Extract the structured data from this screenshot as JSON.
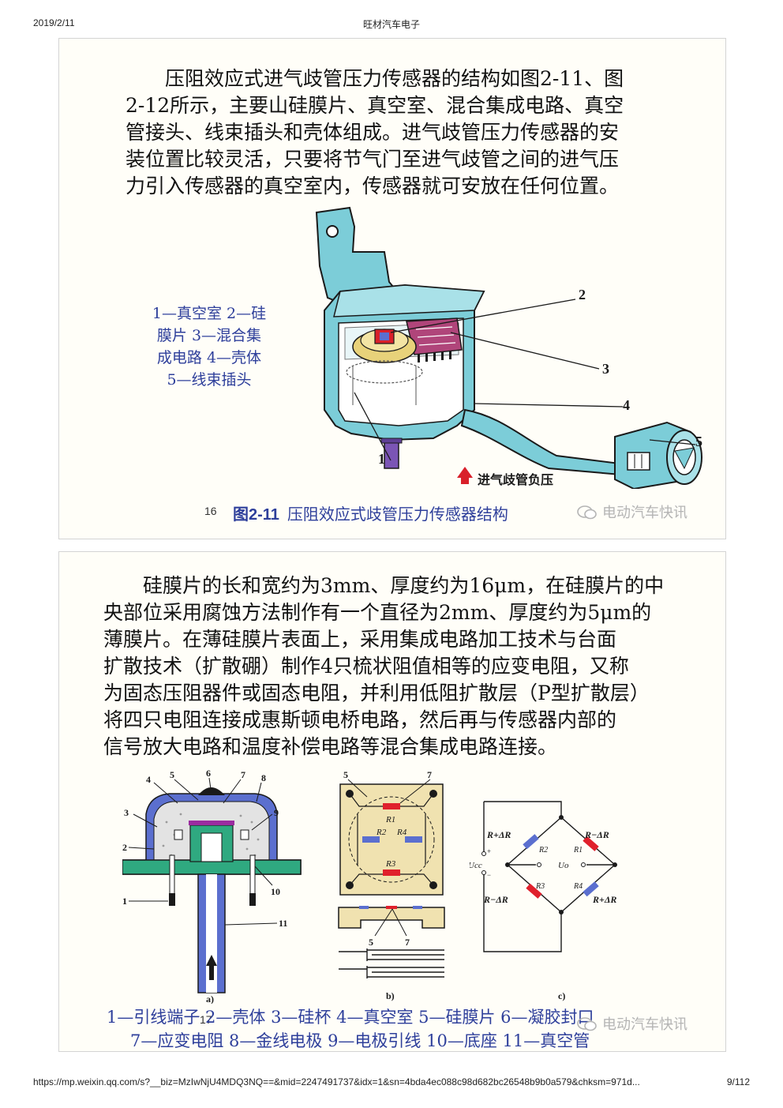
{
  "header": {
    "date": "2019/2/11",
    "title": "旺材汽车电子"
  },
  "footer": {
    "url": "https://mp.weixin.qq.com/s?__biz=MzIwNjU4MDQ3NQ==&mid=2247491737&idx=1&sn=4bda4ec088c98d682bc26548b9b0a579&chksm=971d...",
    "page": "9/112"
  },
  "slide1": {
    "paragraph": [
      "　　压阻效应式进气歧管压力传感器的结构如图2-11、图",
      "2-12所示，主要山硅膜片、真空室、混合集成电路、真空",
      "管接头、线束插头和壳体组成。进气歧管压力传感器的安",
      "装位置比较灵活，只要将节气门至进气歧管之间的进气压",
      "力引入传感器的真空室内，传感器就可安放在任何位置。"
    ],
    "legend": [
      "1—真空室  2—硅",
      "膜片  3—混合集",
      "成电路    4—壳体",
      "5—线束插头"
    ],
    "callouts": [
      "1",
      "2",
      "3",
      "4",
      "5"
    ],
    "arrow_label": "进气歧管负压",
    "slide_number": "16",
    "figure_number": "图2-11",
    "figure_title": "压阻效应式歧管压力传感器结构",
    "watermark": "电动汽车快讯"
  },
  "slide2": {
    "paragraph": [
      "　　硅膜片的长和宽约为3mm、厚度约为16μm，在硅膜片的中",
      "央部位采用腐蚀方法制作有一个直径为2mm、厚度约为5μm的",
      "薄膜片。在薄硅膜片表面上，采用集成电路加工技术与台面",
      "扩散技术（扩散硼）制作4只梳状阻值相等的应变电阻，又称",
      "为固态压阻器件或固态电阻，并利用低阻扩散层（P型扩散层）",
      "将四只电阻连接成惠斯顿电桥电路，然后再与传感器内部的",
      "信号放大电路和温度补偿电路等混合集成电路连接。"
    ],
    "fig_a_callouts": [
      "1",
      "2",
      "3",
      "4",
      "5",
      "6",
      "7",
      "8",
      "9",
      "10",
      "11"
    ],
    "fig_b_callouts": [
      "5",
      "7",
      "5",
      "7"
    ],
    "fig_b_resistors": [
      "R1",
      "R2",
      "R3",
      "R4"
    ],
    "fig_c_labels": [
      "R+ΔR",
      "R−ΔR",
      "R−ΔR",
      "R+ΔR",
      "R2",
      "R1",
      "R3",
      "R4",
      "Uo",
      "Ucc"
    ],
    "sub_labels": [
      "a)",
      "b)",
      "c)"
    ],
    "legend_line1": "1—引线端子  2—壳体  3—硅杯  4—真空室  5—硅膜片  6—凝胶封口",
    "legend_line2": "7—应变电阻  8—金线电极  9—电极引线  10—底座  11—真空管",
    "slide_number": "17",
    "watermark": "电动汽车快讯"
  },
  "colors": {
    "caption_blue": "#2e3f9b",
    "housing_cyan": "#7ccdd8",
    "diaphragm_yellow": "#e8d27a",
    "circuit_magenta": "#b0457a",
    "arrow_red": "#d9202a",
    "fig_a_blue": "#5b6fcf",
    "fig_a_green": "#2fa980",
    "chip_tan": "#f0e2b0",
    "resistor_red": "#e0202c"
  }
}
